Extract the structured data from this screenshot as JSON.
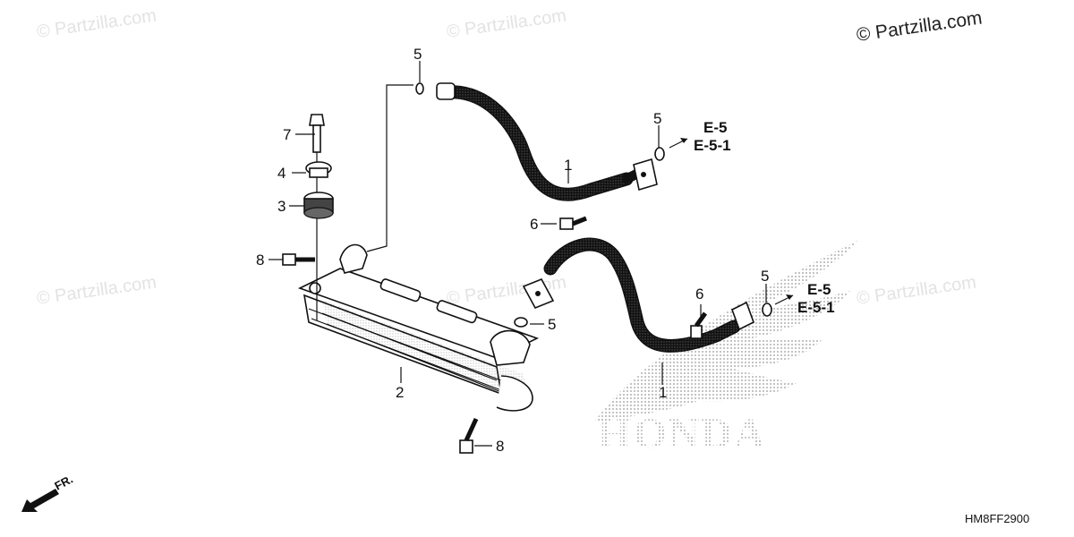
{
  "watermarks": {
    "text": "© Partzilla.com",
    "corner_text": "© Partzilla.com"
  },
  "callouts": {
    "c1_upper": "1",
    "c1_lower": "1",
    "c2": "2",
    "c3": "3",
    "c4": "4",
    "c5_top": "5",
    "c5_upper_right": "5",
    "c5_mid": "5",
    "c5_lower_right": "5",
    "c6_upper": "6",
    "c6_lower": "6",
    "c7": "7",
    "c8_upper": "8",
    "c8_lower": "8"
  },
  "references": {
    "upper": {
      "line1": "E-5",
      "line2": "E-5-1"
    },
    "lower": {
      "line1": "E-5",
      "line2": "E-5-1"
    }
  },
  "logo_text": "HONDA",
  "front_label": "FR.",
  "diagram_code": "HM8FF2900"
}
